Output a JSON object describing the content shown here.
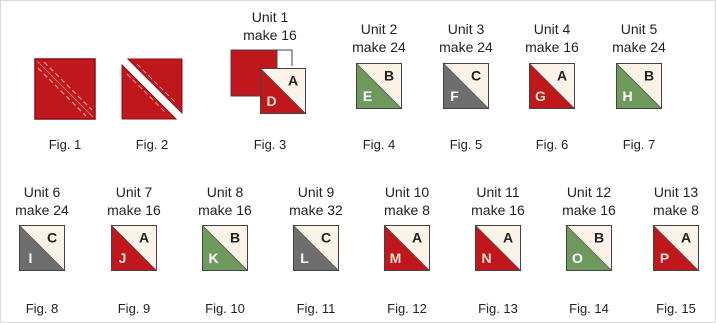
{
  "colors": {
    "red": "#c0171d",
    "red_dark": "#8e0d12",
    "cream": "#fbf2e8",
    "green": "#6f9a5e",
    "gray": "#6e6e6e",
    "letter_light": "#f7e0cf"
  },
  "row1": [
    {
      "fig": "Fig. 1",
      "kind": "red-stitched"
    },
    {
      "fig": "Fig. 2",
      "kind": "red-cut"
    },
    {
      "fig": "Fig. 3",
      "kind": "overlap",
      "unit": "Unit 1",
      "make": "make 16",
      "dark": "red",
      "a": "A",
      "b": "D"
    },
    {
      "fig": "Fig. 4",
      "kind": "hst",
      "unit": "Unit 2",
      "make": "make 24",
      "dark": "green",
      "a": "B",
      "b": "E"
    },
    {
      "fig": "Fig. 5",
      "kind": "hst",
      "unit": "Unit 3",
      "make": "make 24",
      "dark": "gray",
      "a": "C",
      "b": "F"
    },
    {
      "fig": "Fig. 6",
      "kind": "hst",
      "unit": "Unit 4",
      "make": "make 16",
      "dark": "red",
      "a": "A",
      "b": "G"
    },
    {
      "fig": "Fig. 7",
      "kind": "hst",
      "unit": "Unit 5",
      "make": "make 24",
      "dark": "green",
      "a": "B",
      "b": "H"
    }
  ],
  "row2": [
    {
      "fig": "Fig. 8",
      "unit": "Unit 6",
      "make": "make 24",
      "dark": "gray",
      "a": "C",
      "b": "I"
    },
    {
      "fig": "Fig. 9",
      "unit": "Unit 7",
      "make": "make 16",
      "dark": "red",
      "a": "A",
      "b": "J"
    },
    {
      "fig": "Fig. 10",
      "unit": "Unit 8",
      "make": "make 16",
      "dark": "green",
      "a": "B",
      "b": "K"
    },
    {
      "fig": "Fig. 11",
      "unit": "Unit 9",
      "make": "make 32",
      "dark": "gray",
      "a": "C",
      "b": "L"
    },
    {
      "fig": "Fig. 12",
      "unit": "Unit 10",
      "make": "make 8",
      "dark": "red",
      "a": "A",
      "b": "M"
    },
    {
      "fig": "Fig. 13",
      "unit": "Unit 11",
      "make": "make 16",
      "dark": "red",
      "a": "A",
      "b": "N"
    },
    {
      "fig": "Fig. 14",
      "unit": "Unit 12",
      "make": "make 16",
      "dark": "green",
      "a": "B",
      "b": "O"
    },
    {
      "fig": "Fig. 15",
      "unit": "Unit 13",
      "make": "make 8",
      "dark": "red",
      "a": "A",
      "b": "P"
    }
  ]
}
